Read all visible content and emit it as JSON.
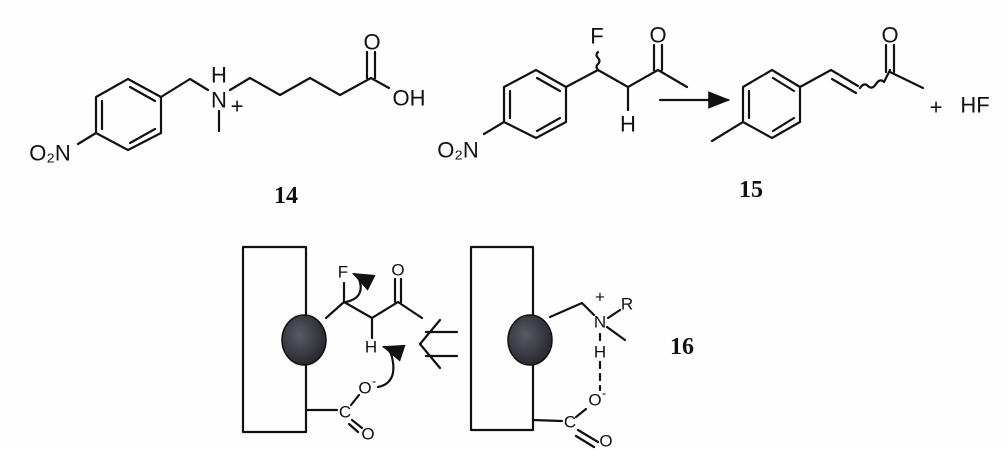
{
  "compound_14": {
    "number": "14",
    "nitro": "O₂N",
    "amine_h": "H",
    "amine_n": "N",
    "charge": "+",
    "carbonyl_o": "O",
    "hydroxyl": "OH"
  },
  "compound_15": {
    "number": "15",
    "reactant_nitro": "O₂N",
    "reactant_f": "F",
    "reactant_o": "O",
    "reactant_h": "H",
    "product_o": "O",
    "plus": "+",
    "byproduct": "HF"
  },
  "compound_16": {
    "number": "16",
    "left": {
      "f": "F",
      "o": "O",
      "h": "H",
      "c": "C",
      "o_minus": "O",
      "minus": "-",
      "o_double": "O"
    },
    "right": {
      "plus": "+",
      "n": "N",
      "r": "R",
      "h": "H",
      "c": "C",
      "o_minus": "O",
      "minus": "-",
      "o_double": "O"
    }
  },
  "colors": {
    "ink": "#111111",
    "sphere": "#3a3a44"
  }
}
